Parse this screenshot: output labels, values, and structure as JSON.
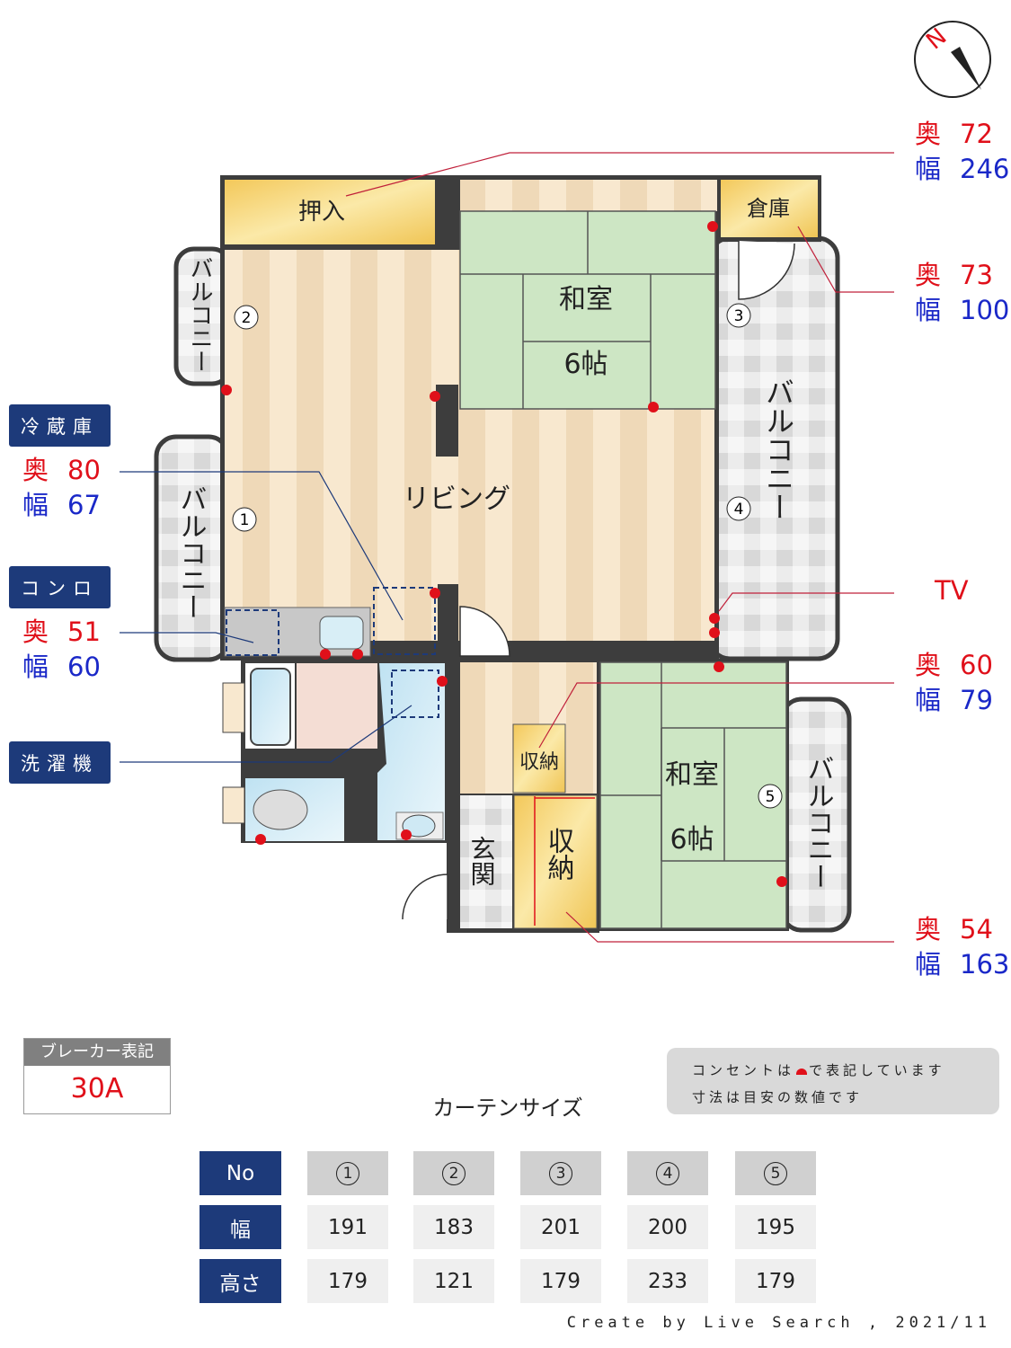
{
  "compass": {
    "icon": "north-arrow-icon",
    "label": "N"
  },
  "rooms": {
    "oshiire": "押入",
    "souko": "倉庫",
    "washitsu1": "和室",
    "washitsu1_size": "6帖",
    "living": "リビング",
    "washitsu2": "和室",
    "washitsu2_size": "6帖",
    "shuno_small": "収納",
    "shuno_big": "収納",
    "genkan": "玄関",
    "balcony": "バルコニー"
  },
  "windows": [
    "1",
    "2",
    "3",
    "4",
    "5"
  ],
  "annotations": {
    "oshiire": {
      "depth_label": "奥",
      "depth": "72",
      "width_label": "幅",
      "width": "246"
    },
    "souko": {
      "depth_label": "奥",
      "depth": "73",
      "width_label": "幅",
      "width": "100"
    },
    "tv": "TV",
    "shuno_small": {
      "depth_label": "奥",
      "depth": "60",
      "width_label": "幅",
      "width": "79"
    },
    "shuno_big": {
      "depth_label": "奥",
      "depth": "54",
      "width_label": "幅",
      "width": "163"
    },
    "fridge": {
      "label": "冷蔵庫",
      "depth_label": "奥",
      "depth": "80",
      "width_label": "幅",
      "width": "67"
    },
    "stove": {
      "label": "コンロ",
      "depth_label": "奥",
      "depth": "51",
      "width_label": "幅",
      "width": "60"
    },
    "washer": {
      "label": "洗濯機"
    }
  },
  "breaker": {
    "label": "ブレーカー表記",
    "value": "30A"
  },
  "notes": {
    "line1_a": "コンセントは",
    "line1_b": "で表記しています",
    "line2": "寸法は目安の数値です"
  },
  "curtain": {
    "title": "カーテンサイズ",
    "headers": [
      "No",
      "幅",
      "高さ"
    ],
    "columns": [
      {
        "no": "1",
        "width": "191",
        "height": "179"
      },
      {
        "no": "2",
        "width": "183",
        "height": "121"
      },
      {
        "no": "3",
        "width": "201",
        "height": "179"
      },
      {
        "no": "4",
        "width": "200",
        "height": "233"
      },
      {
        "no": "5",
        "width": "195",
        "height": "179"
      }
    ]
  },
  "footer": "Create by Live Search , 2021/11",
  "colors": {
    "red": "#e0101a",
    "blue": "#1a28c8",
    "navy": "#1d3a7a",
    "wall": "#3d3d3d",
    "tatami": "#cde6c4",
    "floor": "#f5e4c8",
    "storage": "#f7d67a"
  }
}
